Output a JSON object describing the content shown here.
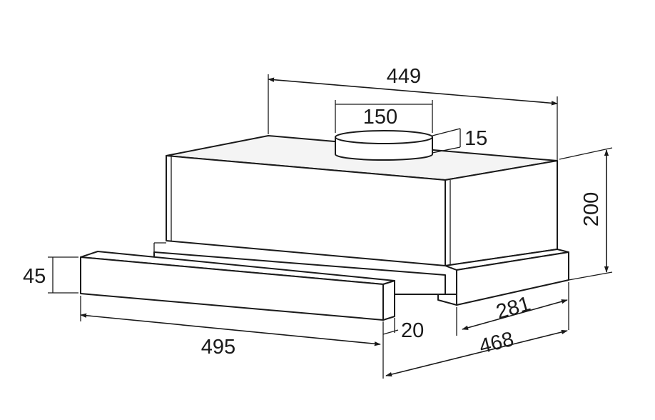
{
  "dimensions": {
    "width_top": "449",
    "duct_diameter": "150",
    "duct_height": "15",
    "height": "200",
    "front_panel_height": "45",
    "front_panel_width": "495",
    "front_panel_depth": "20",
    "side_depth": "281",
    "total_depth": "468"
  }
}
